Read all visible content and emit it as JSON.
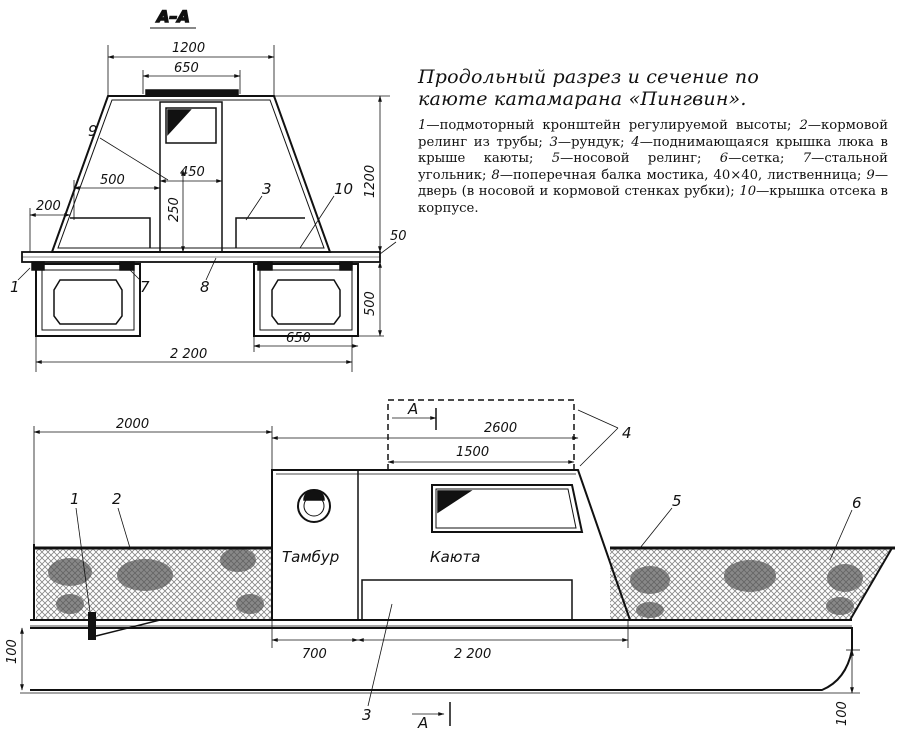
{
  "section_label": "А–А",
  "caption": {
    "title_line1": "Продольный разрез и сечение по",
    "title_line2": "каюте катамарана «Пингвин».",
    "legend": [
      {
        "num": "1",
        "text": "подмоторный кронштейн регулируемой высоты;"
      },
      {
        "num": "2",
        "text": "кормовой релинг из трубы;"
      },
      {
        "num": "3",
        "text": "рундук;"
      },
      {
        "num": "4",
        "text": "поднимающаяся крышка люка в крыше каюты;"
      },
      {
        "num": "5",
        "text": "носовой релинг;"
      },
      {
        "num": "6",
        "text": "сетка;"
      },
      {
        "num": "7",
        "text": "стальной угольник;"
      },
      {
        "num": "8",
        "text": "поперечная балка мостика, 40×40, лиственница;"
      },
      {
        "num": "9",
        "text": "дверь (в носовой и кормовой стенках рубки);"
      },
      {
        "num": "10",
        "text": "крышка отсека в корпусе."
      }
    ]
  },
  "section_view": {
    "dims": {
      "top_width": "1200",
      "roof_width": "650",
      "door_width": "450",
      "left_offset": "500",
      "side_step": "200",
      "door_height": "250",
      "cabin_height": "1200",
      "hull_height": "500",
      "overall_width": "2 200",
      "hull_width": "650",
      "deck_thk": "50"
    },
    "callouts": [
      "9",
      "3",
      "10",
      "1",
      "7",
      "8"
    ]
  },
  "side_view": {
    "dims": {
      "stern_len": "2000",
      "roof_len": "2600",
      "hatch_len": "1500",
      "tambour_len": "700",
      "cabin_len": "2 200",
      "left_100": "100",
      "right_100": "100"
    },
    "labels": {
      "tambour": "Тамбур",
      "cabin": "Каюта",
      "section_mark": "А"
    },
    "callouts": [
      "1",
      "2",
      "4",
      "5",
      "6",
      "3"
    ]
  }
}
